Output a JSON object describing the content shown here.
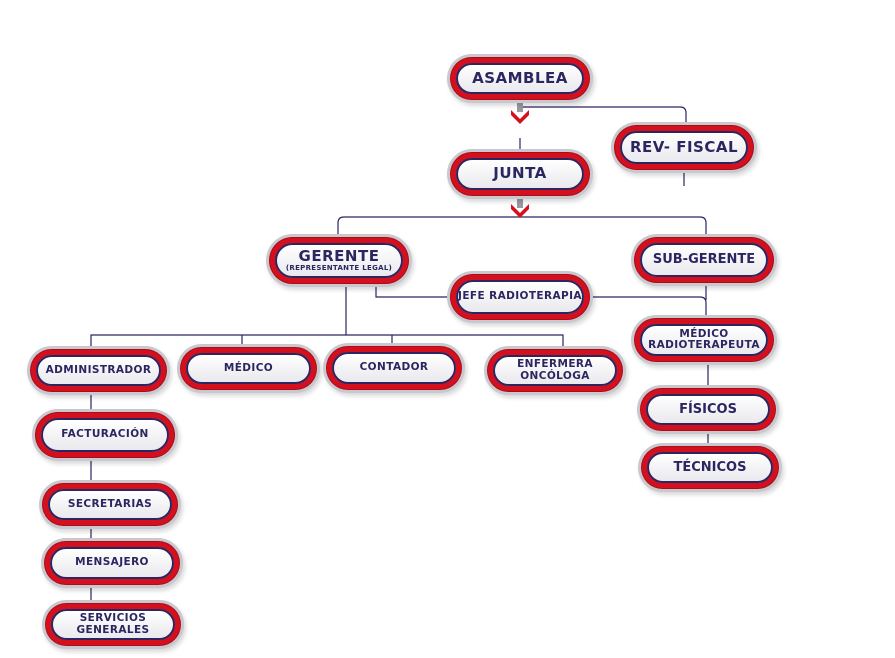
{
  "nodes": {
    "asamblea": "ASAMBLEA",
    "rev_fiscal": "REV- FISCAL",
    "junta": "JUNTA",
    "gerente": "GERENTE",
    "gerente_sub": "(REPRESENTANTE LEGAL)",
    "sub_gerente": "SUB-GERENTE",
    "jefe_radioterapia": "JEFE RADIOTERAPIA",
    "administrador": "ADMINISTRADOR",
    "medico": "MÉDICO",
    "contador": "CONTADOR",
    "enfermera_1": "ENFERMERA",
    "enfermera_2": "ONCÓLOGA",
    "medico_radio_1": "MÉDICO",
    "medico_radio_2": "RADIOTERAPEUTA",
    "facturacion": "FACTURACIÓN",
    "fisicos": "FÍSICOS",
    "secretarias": "SECRETARIAS",
    "tecnicos": "TÉCNICOS",
    "mensajero": "MENSAJERO",
    "servicios_1": "SERVICIOS",
    "servicios_2": "GENERALES"
  },
  "colors": {
    "red": "#d4101f",
    "navy": "#2b2560",
    "gray": "#c8c8ce"
  }
}
